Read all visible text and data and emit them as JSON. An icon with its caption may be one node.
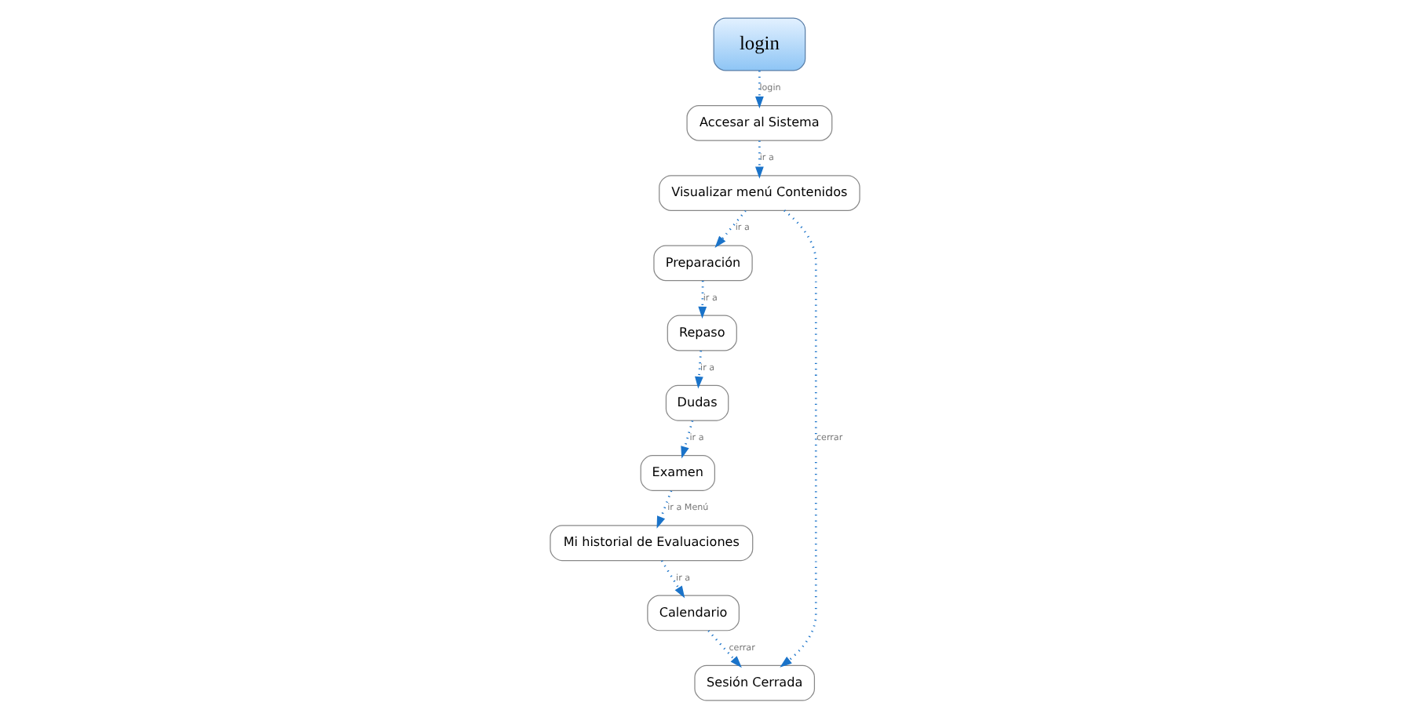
{
  "diagram": {
    "nodes": [
      {
        "text": [
          "login"
        ]
      },
      {
        "text": [
          "Accesar al Sistema"
        ]
      },
      {
        "text": [
          "Visualizar menú Contenidos"
        ]
      },
      {
        "text": [
          "Preparación"
        ]
      },
      {
        "text": [
          "Repaso"
        ]
      },
      {
        "text": [
          "Dudas"
        ]
      },
      {
        "text": [
          "Examen"
        ]
      },
      {
        "text": [
          "Mi historial de Evaluaciones"
        ]
      },
      {
        "text": [
          "Calendario"
        ]
      },
      {
        "text": [
          "Sesión Cerrada"
        ]
      }
    ],
    "edges": [
      {
        "from": 0,
        "to": 1,
        "arrow": "to",
        "label": "login"
      },
      {
        "from": 1,
        "to": 2,
        "arrow": "to",
        "label": "ir a"
      },
      {
        "from": 2,
        "to": 3,
        "arrow": "to",
        "label": "ir a"
      },
      {
        "from": 3,
        "to": 4,
        "arrow": "to",
        "label": "ir a"
      },
      {
        "from": 4,
        "to": 5,
        "arrow": "to",
        "label": "ir a"
      },
      {
        "from": 5,
        "to": 6,
        "arrow": "to",
        "label": "ir a"
      },
      {
        "from": 6,
        "to": 7,
        "arrow": "to",
        "label": "ir a Menú"
      },
      {
        "from": 7,
        "to": 8,
        "arrow": "to",
        "label": "ir a"
      },
      {
        "from": 8,
        "to": 9,
        "arrow": "to",
        "label": "cerrar"
      },
      {
        "from": 2,
        "to": 9,
        "arrow": "to",
        "label": "cerrar"
      }
    ]
  }
}
